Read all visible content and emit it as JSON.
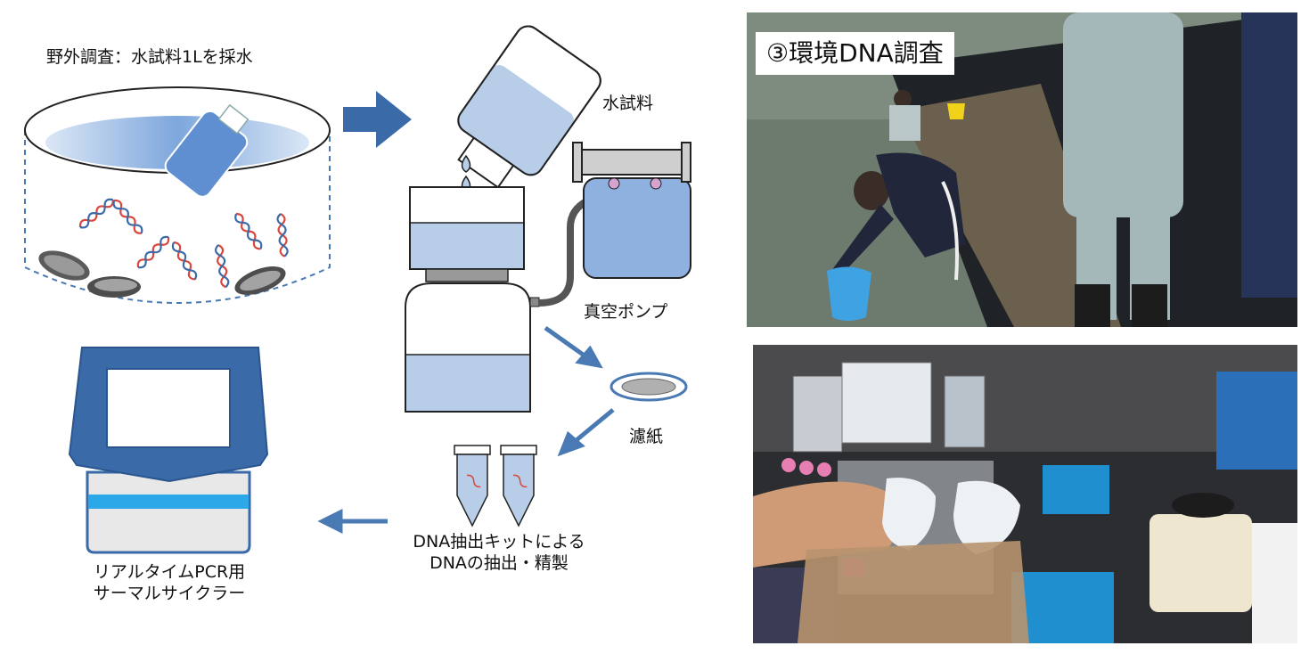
{
  "labels": {
    "field_survey": "野外調査：水試料1Lを採水",
    "water_sample": "水試料",
    "vacuum_pump": "真空ポンプ",
    "filter_paper": "濾紙",
    "extraction_line1": "DNA抽出キットによる",
    "extraction_line2": "DNAの抽出・精製",
    "thermal_cycler_line1": "リアルタイムPCR用",
    "thermal_cycler_line2": "サーマルサイクラー"
  },
  "photos": {
    "top_title": "③環境DNA調査"
  },
  "colors": {
    "arrow": "#4a7ab4",
    "dark_blue": "#3a6aa8",
    "water": "#b8cde8",
    "pump": "#8fb1e0",
    "stroke": "#222222"
  }
}
